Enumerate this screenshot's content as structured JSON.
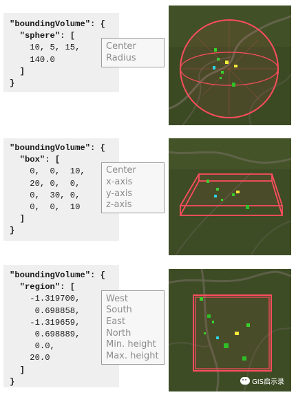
{
  "examples": [
    {
      "id": "sphere",
      "code": {
        "open": "\"boundingVolume\": {",
        "key": "  \"sphere\": [",
        "values": [
          "    10, 5, 15,",
          "    140.0"
        ],
        "close_bracket": "  ]",
        "close_brace": "}"
      },
      "labels": [
        "Center",
        "Radius"
      ]
    },
    {
      "id": "box",
      "code": {
        "open": "\"boundingVolume\": {",
        "key": "  \"box\": [",
        "values": [
          "    0,  0,  10,",
          "    20, 0,  0,",
          "    0,  30, 0,",
          "    0,  0,  10"
        ],
        "close_bracket": "  ]",
        "close_brace": "}"
      },
      "labels": [
        "Center",
        "x-axis",
        "y-axis",
        "z-axis"
      ]
    },
    {
      "id": "region",
      "code": {
        "open": "\"boundingVolume\": {",
        "key": "  \"region\": [",
        "values": [
          "    -1.319700,",
          "     0.698858,",
          "    -1.319659,",
          "     0.698889,",
          "     0.0,",
          "    20.0"
        ],
        "close_bracket": "  ]",
        "close_brace": "}"
      },
      "labels": [
        "West",
        "South",
        "East",
        "North",
        "Min. height",
        "Max. height"
      ]
    }
  ],
  "watermark": "GIS启示录",
  "icons": [
    "wechat-icon"
  ],
  "colors": {
    "bounding_volume": "#ff4d5e",
    "terrain": "#3a4a22",
    "panel": "#efefef"
  }
}
